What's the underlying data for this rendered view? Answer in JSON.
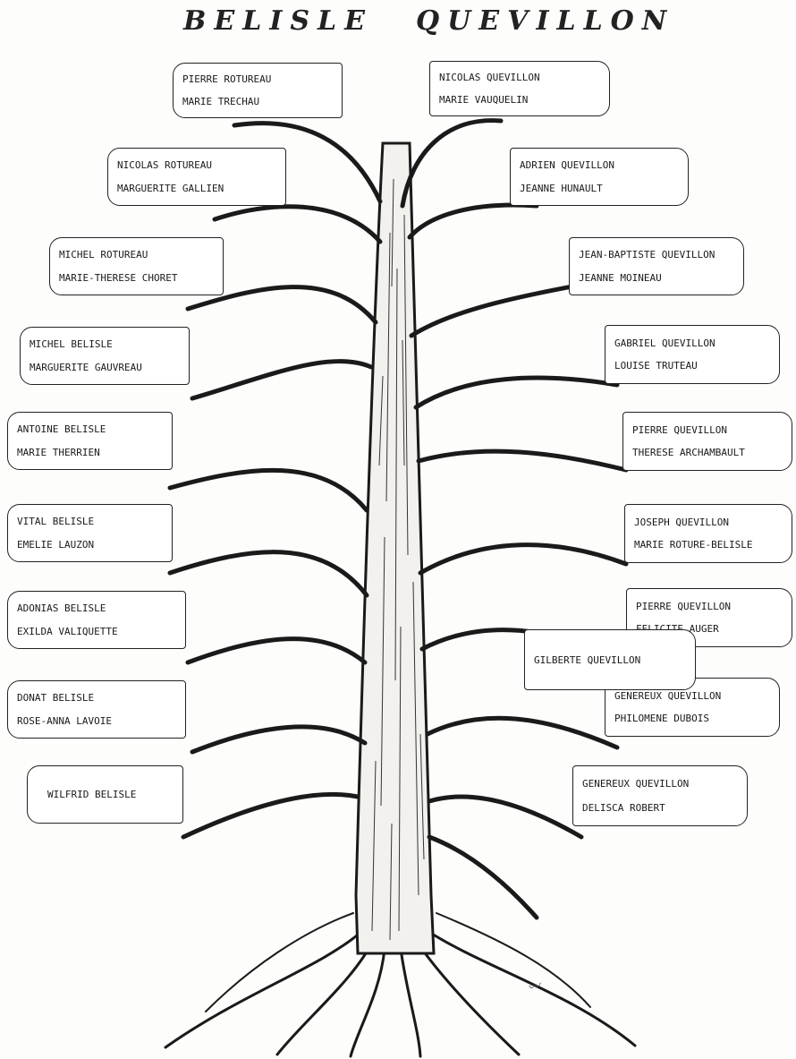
{
  "titles": {
    "left": "BELISLE",
    "right": "QUEVILLON"
  },
  "belisle_line": [
    {
      "names": [
        "PIERRE  ROTUREAU",
        "MARIE  TRECHAU"
      ]
    },
    {
      "names": [
        "NICOLAS  ROTUREAU",
        "MARGUERITE  GALLIEN"
      ]
    },
    {
      "names": [
        "MICHEL  ROTUREAU",
        "MARIE-THERESE  CHORET"
      ]
    },
    {
      "names": [
        "MICHEL  BELISLE",
        "MARGUERITE  GAUVREAU"
      ]
    },
    {
      "names": [
        "ANTOINE  BELISLE",
        "MARIE  THERRIEN"
      ]
    },
    {
      "names": [
        "VITAL  BELISLE",
        "EMELIE  LAUZON"
      ]
    },
    {
      "names": [
        "ADONIAS  BELISLE",
        "EXILDA  VALIQUETTE"
      ]
    },
    {
      "names": [
        "DONAT  BELISLE",
        "ROSE-ANNA  LAVOIE"
      ]
    },
    {
      "names": [
        "WILFRID  BELISLE"
      ]
    }
  ],
  "quevillon_line": [
    {
      "names": [
        "NICOLAS  QUEVILLON",
        "MARIE  VAUQUELIN"
      ]
    },
    {
      "names": [
        "ADRIEN  QUEVILLON",
        "JEANNE  HUNAULT"
      ]
    },
    {
      "names": [
        "JEAN-BAPTISTE  QUEVILLON",
        "JEANNE  MOINEAU"
      ]
    },
    {
      "names": [
        "GABRIEL  QUEVILLON",
        "LOUISE  TRUTEAU"
      ]
    },
    {
      "names": [
        "PIERRE  QUEVILLON",
        "THERESE  ARCHAMBAULT"
      ]
    },
    {
      "names": [
        "JOSEPH  QUEVILLON",
        "MARIE  ROTURE-BELISLE"
      ]
    },
    {
      "names": [
        "PIERRE  QUEVILLON",
        "FELICITE  AUGER"
      ]
    },
    {
      "names": [
        "GENEREUX  QUEVILLON",
        "PHILOMENE  DUBOIS"
      ]
    },
    {
      "names": [
        "GENEREUX  QUEVILLON",
        "DELISCA  ROBERT"
      ]
    },
    {
      "names": [
        "GILBERTE  QUEVILLON"
      ]
    }
  ],
  "colors": {
    "ink": "#1a1a1a",
    "paper": "#fdfdfc"
  }
}
